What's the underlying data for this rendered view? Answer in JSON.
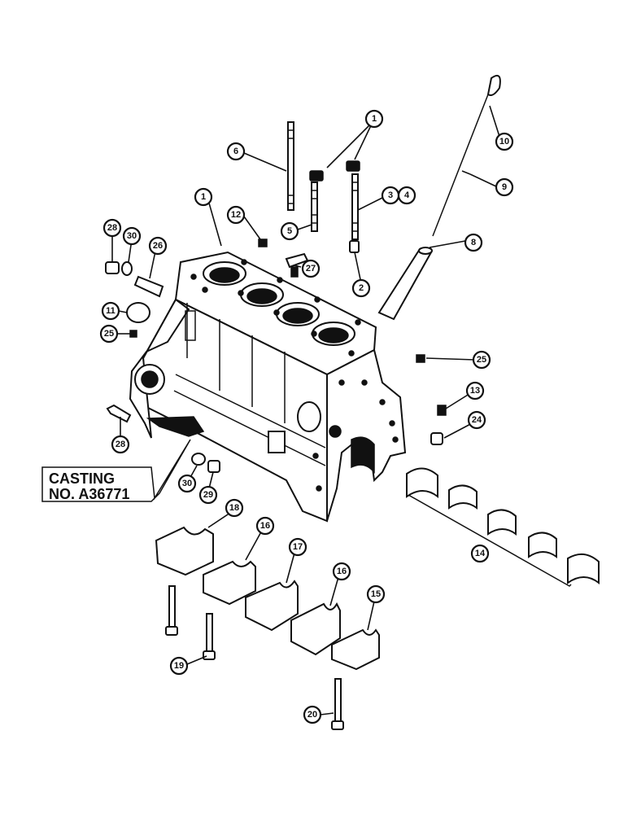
{
  "casting": {
    "line1": "CASTING",
    "line2": "NO. A36771"
  },
  "callouts": {
    "c1a": "1",
    "c1b": "1",
    "c2": "2",
    "c3": "3",
    "c4": "4",
    "c5": "5",
    "c6": "6",
    "c8": "8",
    "c9": "9",
    "c10": "10",
    "c11": "11",
    "c12": "12",
    "c13": "13",
    "c14": "14",
    "c15": "15",
    "c16a": "16",
    "c16b": "16",
    "c17": "17",
    "c18": "18",
    "c19": "19",
    "c20": "20",
    "c24": "24",
    "c25a": "25",
    "c25b": "25",
    "c26": "26",
    "c27": "27",
    "c28a": "28",
    "c28b": "28",
    "c29": "29",
    "c30a": "30",
    "c30b": "30"
  }
}
